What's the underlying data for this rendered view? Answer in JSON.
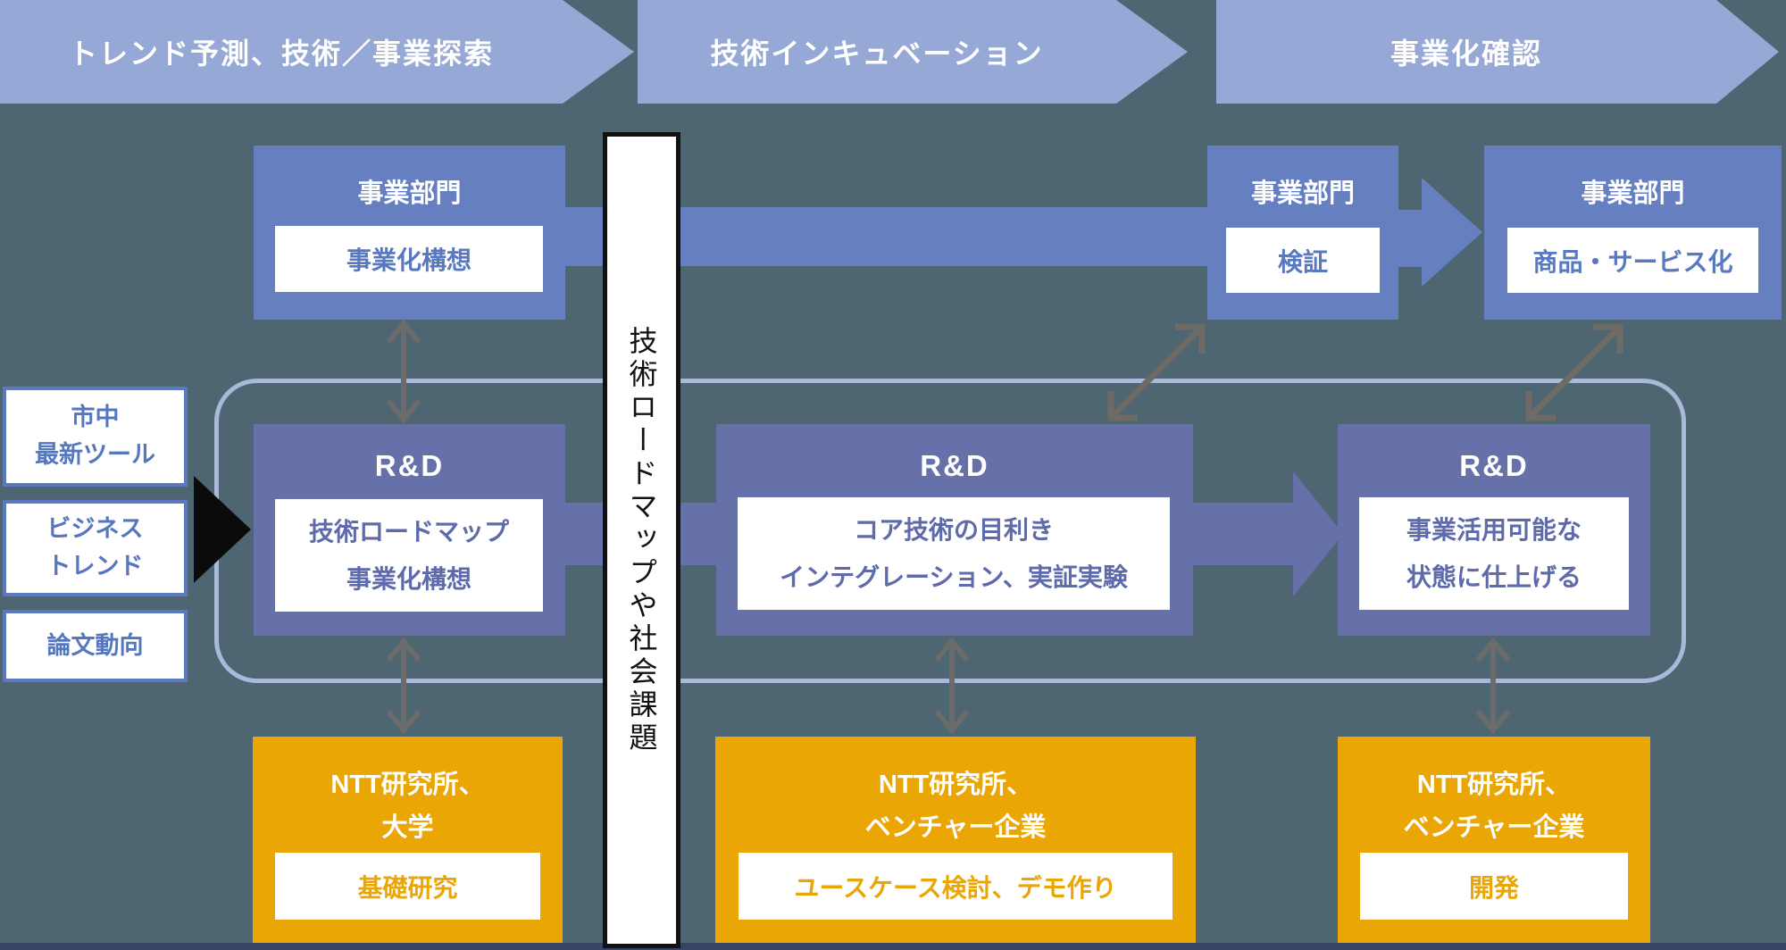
{
  "phases": [
    {
      "label": "トレンド予測、技術／事業探索"
    },
    {
      "label": "技術インキュベーション"
    },
    {
      "label": "事業化確認"
    }
  ],
  "inputs": [
    {
      "lines": [
        "市中",
        "最新ツール"
      ]
    },
    {
      "lines": [
        "ビジネス",
        "トレンド"
      ]
    },
    {
      "lines": [
        "論文動向"
      ]
    }
  ],
  "center_axis": {
    "label": "技術ロードマップや社会課題"
  },
  "business_row": [
    {
      "title": "事業部門",
      "activity": "事業化構想"
    },
    {
      "title": "事業部門",
      "activity": "検証"
    },
    {
      "title": "事業部門",
      "activity": "商品・サービス化"
    }
  ],
  "rd_row": [
    {
      "title": "R&D",
      "activity_lines": [
        "技術ロードマップ",
        "事業化構想"
      ]
    },
    {
      "title": "R&D",
      "activity_lines": [
        "コア技術の目利き",
        "インテグレーション、実証実験"
      ]
    },
    {
      "title": "R&D",
      "activity_lines": [
        "事業活用可能な",
        "状態に仕上げる"
      ]
    }
  ],
  "partner_row": [
    {
      "title_lines": [
        "NTT研究所、",
        "大学"
      ],
      "activity": "基礎研究"
    },
    {
      "title_lines": [
        "NTT研究所、",
        "ベンチャー企業"
      ],
      "activity": "ユースケース検討、デモ作り"
    },
    {
      "title_lines": [
        "NTT研究所、",
        "ベンチャー企業"
      ],
      "activity": "開発"
    }
  ],
  "colors": {
    "background": "#4d6671",
    "phase_arrow": "#96a8d5",
    "business_blue": "#657fc1",
    "rd_purple": "#6671aa",
    "partner_orange": "#eaa605",
    "input_border_blue": "#5b79c0",
    "loop_border": "#a9bad9",
    "connector_gray": "#6b6b6b",
    "diagonal_connector_gray": "#6e6b66",
    "bottom_bar": "#354563"
  }
}
